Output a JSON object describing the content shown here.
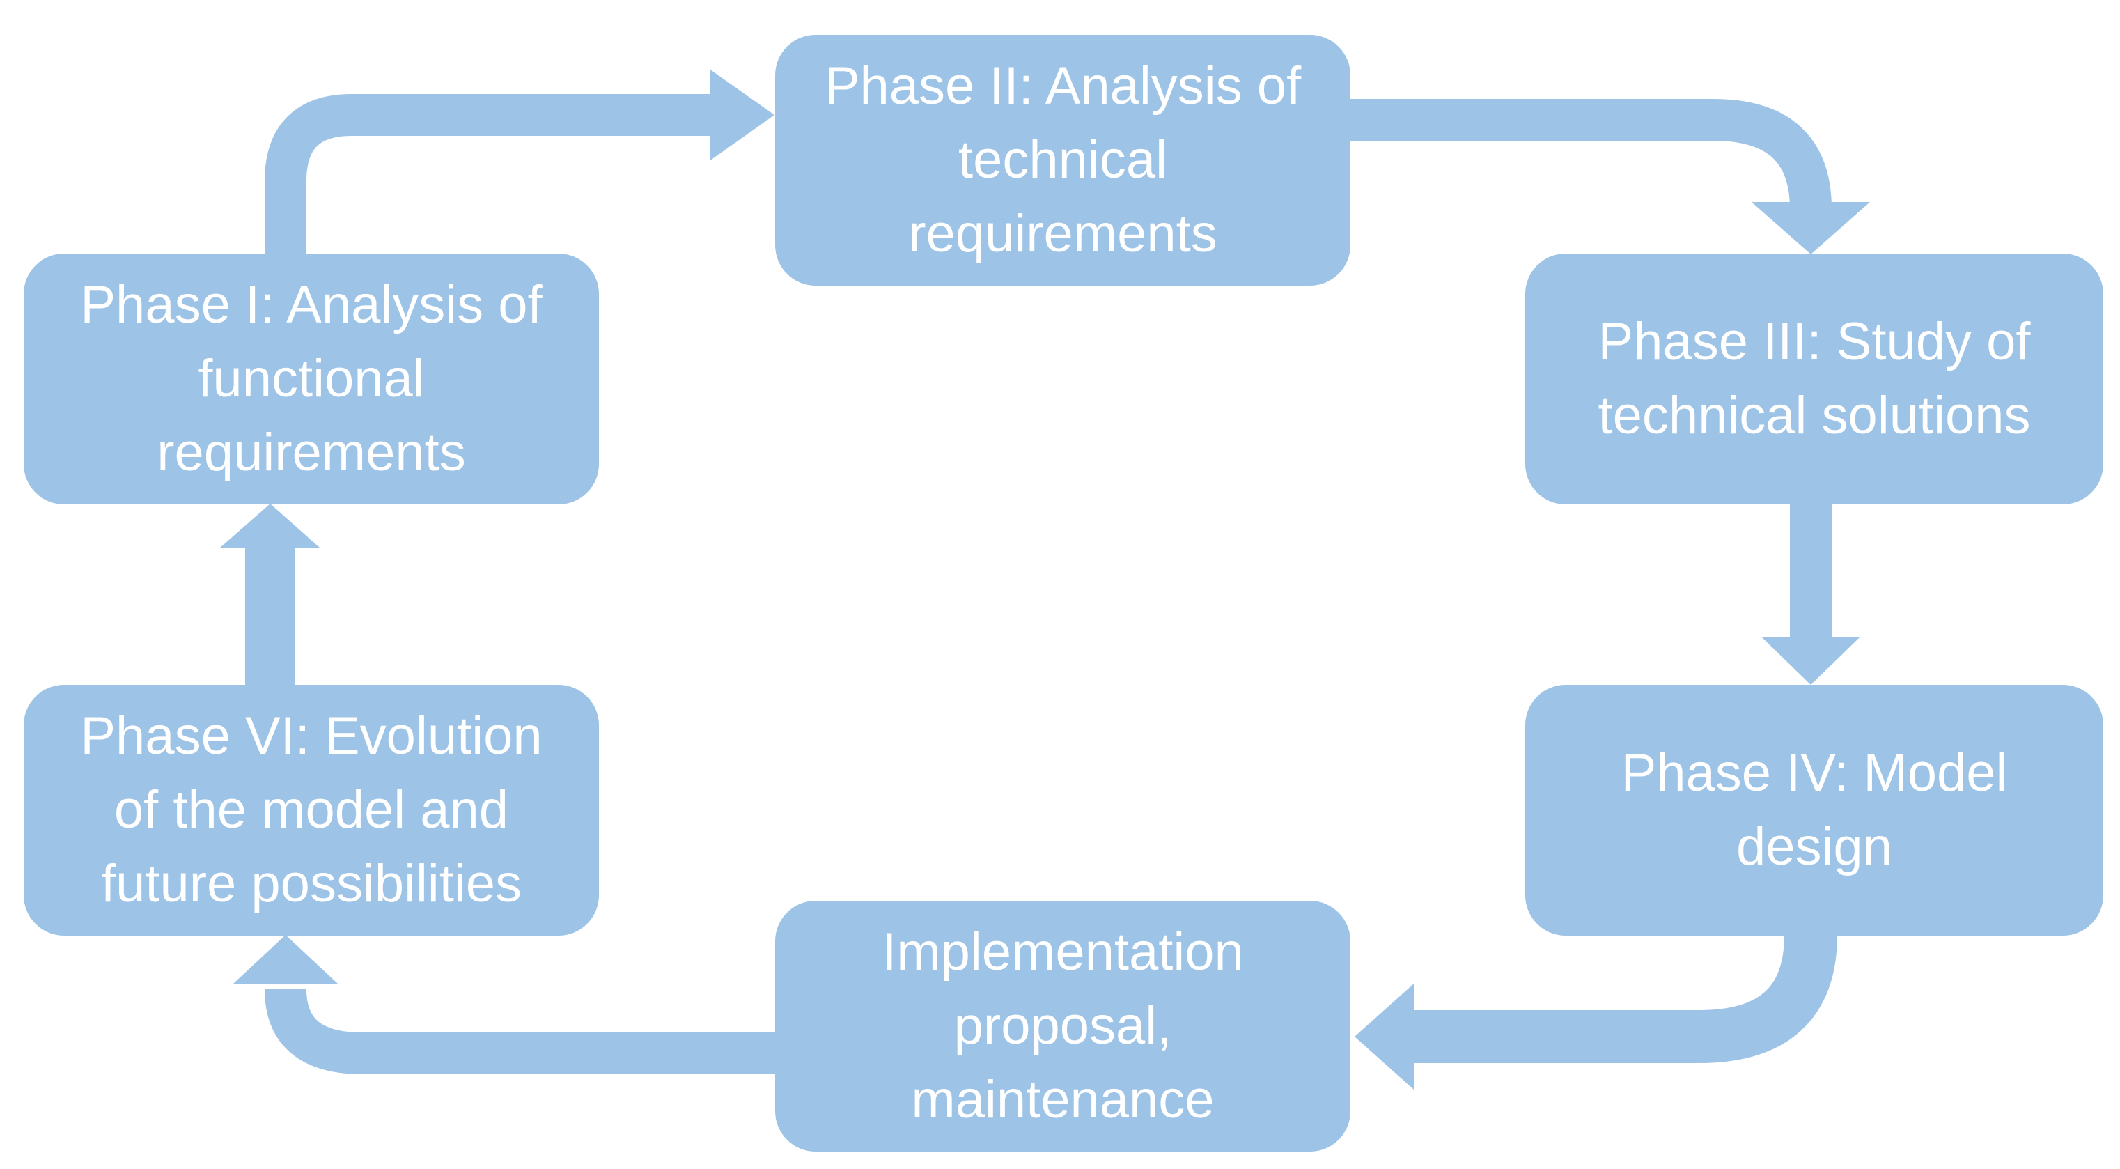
{
  "diagram": {
    "colors": {
      "box_fill": "#9dc3e6",
      "arrow_fill": "#9dc3e6",
      "text": "#ffffff",
      "background": "#ffffff"
    },
    "phases": [
      {
        "id": "phase-1",
        "label": "Phase I: Analysis of\nfunctional\nrequirements"
      },
      {
        "id": "phase-2",
        "label": "Phase II: Analysis of\ntechnical\nrequirements"
      },
      {
        "id": "phase-3",
        "label": "Phase III: Study of\ntechnical solutions"
      },
      {
        "id": "phase-4",
        "label": "Phase IV: Model\ndesign"
      },
      {
        "id": "phase-5",
        "label": "Implementation\nproposal,\nmaintenance"
      },
      {
        "id": "phase-6",
        "label": "Phase VI: Evolution\nof the model and\nfuture possibilities"
      }
    ],
    "arrows": [
      {
        "from": "phase-1",
        "to": "phase-2"
      },
      {
        "from": "phase-2",
        "to": "phase-3"
      },
      {
        "from": "phase-3",
        "to": "phase-4"
      },
      {
        "from": "phase-4",
        "to": "phase-5"
      },
      {
        "from": "phase-5",
        "to": "phase-6"
      },
      {
        "from": "phase-6",
        "to": "phase-1"
      }
    ]
  }
}
